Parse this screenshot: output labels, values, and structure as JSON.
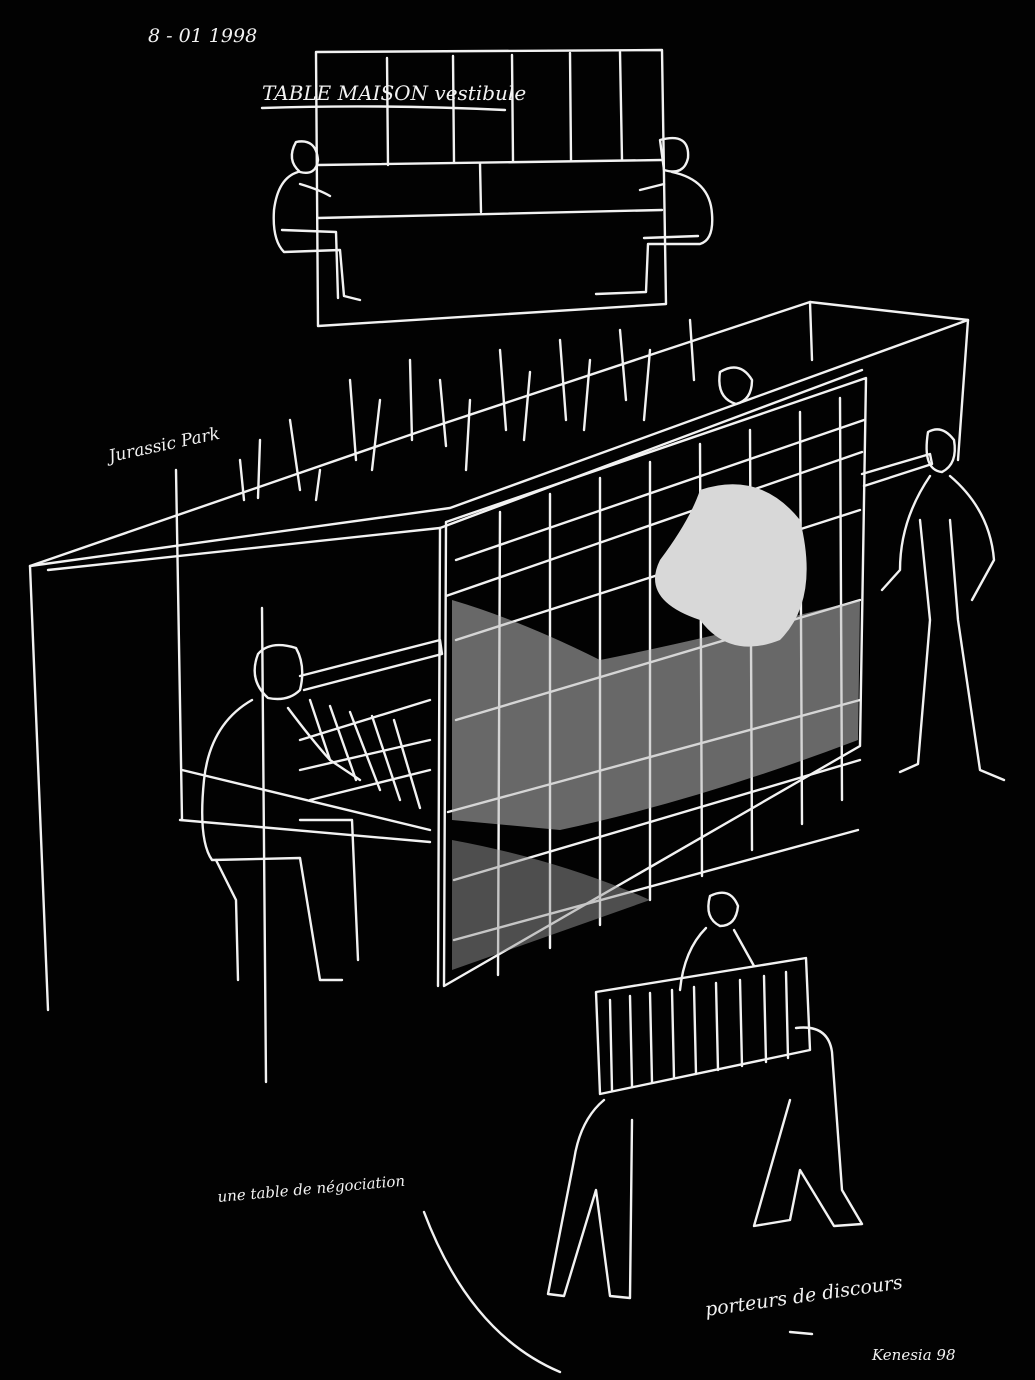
{
  "annotations": {
    "date": "8 - 01 1998",
    "top_title": "TABLE MAISON vestibule",
    "left_note": "Jurassic Park",
    "bottom_left": "une table de négociation",
    "bottom_right": "porteurs de discours",
    "signature": "Kenesia 98"
  },
  "colors": {
    "background": "#020202",
    "line": "#f2f2f2",
    "fill": "#d8d8d8"
  }
}
